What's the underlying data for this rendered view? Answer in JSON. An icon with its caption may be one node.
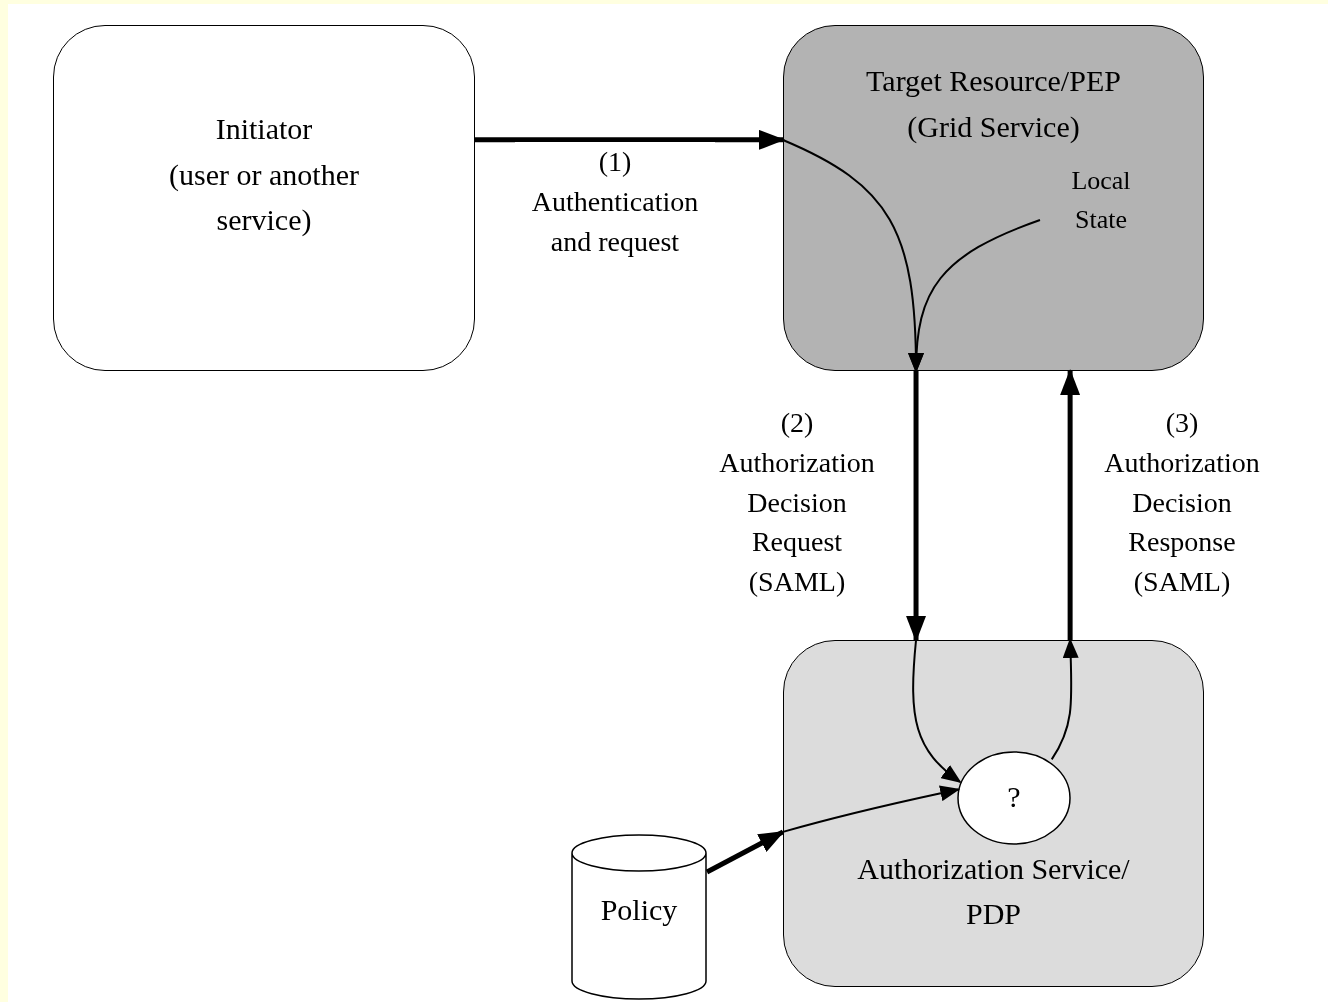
{
  "diagram": {
    "nodes": [
      {
        "text": [
          "Initiator",
          "(user or another service)"
        ]
      },
      {
        "text": [
          "Target Resource/PEP",
          "(Grid Service)"
        ]
      },
      {
        "text": [
          "Local State"
        ],
        "in": 1
      },
      {
        "text": [
          "Authorization Service/",
          "PDP"
        ]
      },
      {
        "text": [
          "?"
        ],
        "in": 3
      },
      {
        "text": [
          "Policy"
        ]
      }
    ],
    "edges": [
      {
        "from": 0,
        "to": 1,
        "arrow": "to",
        "label": "(1) Authentication and request",
        "style": "thick"
      },
      {
        "from": 1,
        "to": 3,
        "arrow": "to",
        "label": "(2) Authorization Decision Request (SAML)",
        "style": "thick"
      },
      {
        "from": 3,
        "to": 1,
        "arrow": "to",
        "label": "(3) Authorization Decision Response (SAML)",
        "style": "thick"
      },
      {
        "from": 5,
        "to": 3,
        "arrow": "to",
        "style": "thick"
      },
      {
        "from": 3,
        "to": 4,
        "arrow": "to"
      },
      {
        "from": 4,
        "to": 3,
        "arrow": "to"
      },
      {
        "from": 3,
        "to": 4,
        "arrow": "to"
      },
      {
        "from": 2,
        "to": 1,
        "arrow": "to"
      },
      {
        "from": null,
        "to": 1,
        "arrow": "to"
      }
    ]
  }
}
